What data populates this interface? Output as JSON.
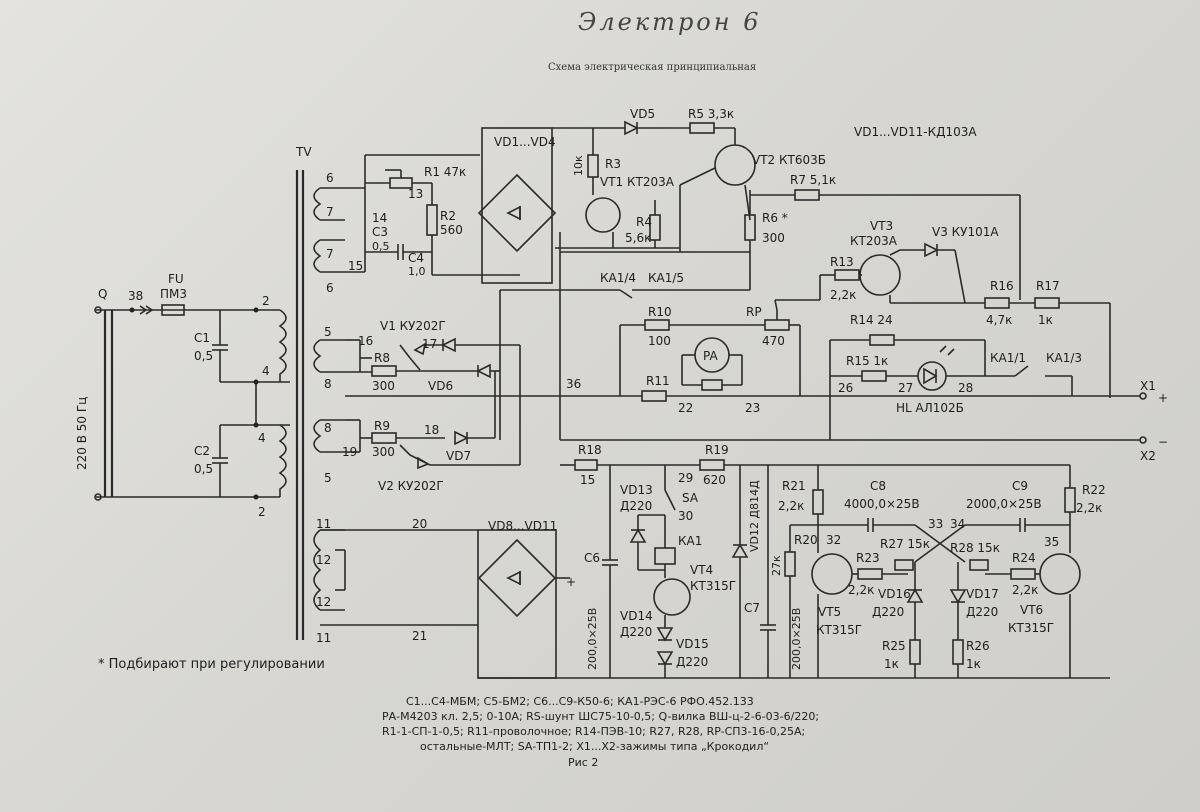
{
  "header": {
    "title": "Электрон 6",
    "subtitle": "Схема электрическая принципиальная"
  },
  "diagram": {
    "components": {
      "transformer": "TV",
      "fuse": "FU",
      "fuse_type": "ПМ3",
      "switch_q": "Q",
      "node_38": "38",
      "c1": "C1",
      "c1_val": "0,5",
      "c2": "C2",
      "c2_val": "0,5",
      "mains": "220 В 50 Гц",
      "r1": "R1 47к",
      "r2": "R2",
      "r2_val": "560",
      "c3": "C3",
      "c3_val": "0,5",
      "c4": "C4",
      "c4_val": "1,0",
      "vd1_4": "VD1...VD4",
      "vd5": "VD5",
      "r5": "R5 3,3к",
      "vd_note": "VD1...VD11-КД103А",
      "r3": "R3",
      "r3_val": "10к",
      "vt1": "VT1 КТ203А",
      "r4": "R4",
      "r4_val": "5,6к",
      "vt2": "VT2 КТ603Б",
      "r7": "R7 5,1к",
      "r6": "R6 *",
      "r6_val": "300",
      "vt3": "VT3",
      "vt3_type": "КТ203А",
      "v3": "V3 КУ101А",
      "ka1_4": "КА1/4",
      "ka1_5": "КА1/5",
      "r13": "R13",
      "r13_val": "2,2к",
      "r16": "R16",
      "r16_val": "4,7к",
      "r17": "R17",
      "r17_val": "1к",
      "r10": "R10",
      "r10_val": "100",
      "rp": "RP",
      "rp_val": "470",
      "r14": "R14 24",
      "pa": "PA",
      "r15": "R15 1к",
      "ka1_1": "КА1/1",
      "ka1_3": "КА1/3",
      "r11": "R11",
      "v1": "V1 КУ202Г",
      "r8": "R8",
      "r8_val": "300",
      "vd6": "VD6",
      "hl": "HL АЛ102Б",
      "x1": "X1",
      "x2": "X2",
      "plus": "+",
      "minus": "−",
      "r9": "R9",
      "r9_val": "300",
      "vd7": "VD7",
      "v2": "V2 КУ202Г",
      "r18": "R18",
      "r18_val": "15",
      "r19": "R19",
      "r19_val": "620",
      "vd12": "VD12 Д814Д",
      "r21": "R21",
      "r21_val": "2,2к",
      "c8": "C8",
      "c8_val": "4000,0×25В",
      "c9": "C9",
      "c9_val": "2000,0×25В",
      "r22": "R22",
      "r22_val": "2,2к",
      "vd13": "VD13",
      "vd13_type": "Д220",
      "sa": "SA",
      "ka1": "КА1",
      "vt4": "VT4",
      "vt4_type": "КТ315Г",
      "r20": "R20",
      "r20_val": "27к",
      "r23": "R23",
      "r23_val": "2,2к",
      "r27": "R27 15к",
      "r28": "R28 15к",
      "r24": "R24",
      "r24_val": "2,2к",
      "vd8_11": "VD8...VD11",
      "c6": "C6",
      "c6_val": "200,0×25В",
      "c7": "C7",
      "c7_val": "200,0×25В",
      "vd14": "VD14",
      "vd14_type": "Д220",
      "vd15": "VD15",
      "vd15_type": "Д220",
      "vt5": "VT5",
      "vt5_type": "КТ315Г",
      "vd16": "VD16",
      "vd16_type": "Д220",
      "vd17": "VD17",
      "vd17_type": "Д220",
      "vt6": "VT6",
      "vt6_type": "КТ315Г",
      "r25": "R25",
      "r25_val": "1к",
      "r26": "R26",
      "r26_val": "1к"
    },
    "nodes": {
      "n2a": "2",
      "n4a": "4",
      "n4b": "4",
      "n2b": "2",
      "n6a": "6",
      "n7a": "7",
      "n7b": "7",
      "n6b": "6",
      "n13": "13",
      "n14": "14",
      "n15": "15",
      "n5a": "5",
      "n16": "16",
      "n17": "17",
      "n8a": "8",
      "n36": "36",
      "n22": "22",
      "n23": "23",
      "n26": "26",
      "n27": "27",
      "n28": "28",
      "n8b": "8",
      "n19": "19",
      "n18": "18",
      "n5b": "5",
      "n29": "29",
      "n30": "30",
      "n32": "32",
      "n33": "33",
      "n34": "34",
      "n35": "35",
      "n11a": "11",
      "n20": "20",
      "n12a": "12",
      "n12b": "12",
      "n11b": "11",
      "n21": "21"
    },
    "note": "* Подбирают при регулировании"
  },
  "footer": {
    "lines": [
      "С1...С4-МБМ; С5-БМ2; С6...С9-К50-6; КА1-РЭС-6 РФО.452.133",
      "РА-М4203 кл. 2,5; 0-10А; RS-шунт ШС75-10-0,5; Q-вилка ВШ-ц-2-6-03-6/220;",
      "R1-1-СП-1-0,5; R11-проволочное; R14-ПЭВ-10; R27, R28, RP-СП3-16-0,25А;",
      "остальные-МЛТ; SA-ТП1-2; Х1...Х2-зажимы типа „Крокодил“"
    ],
    "figure": "Рис 2"
  },
  "colors": {
    "paper": "#dcdbd7",
    "ink": "#2a2a2a"
  }
}
